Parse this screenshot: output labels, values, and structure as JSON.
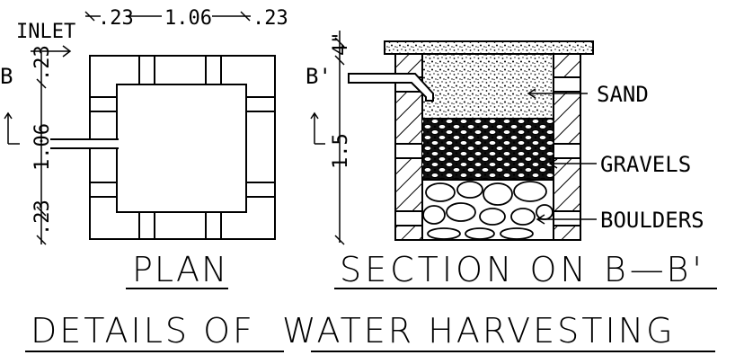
{
  "diagram": {
    "title": "DETAILS OF  WATER HARVESTING",
    "plan": {
      "label": "PLAN",
      "inlet_label": "INLET",
      "dim_top_left": ".23",
      "dim_top_mid": "1.06",
      "dim_top_right": ".23",
      "dim_left_top": ".23",
      "dim_left_mid": "1.06",
      "dim_left_bottom": ".23",
      "section_marker": "B"
    },
    "section": {
      "label": "SECTION ON B—B'",
      "section_marker": "B'",
      "dim_top": "4\"",
      "dim_depth": "1.5",
      "layers": [
        "SAND",
        "GRAVELS",
        "BOULDERS"
      ]
    }
  }
}
